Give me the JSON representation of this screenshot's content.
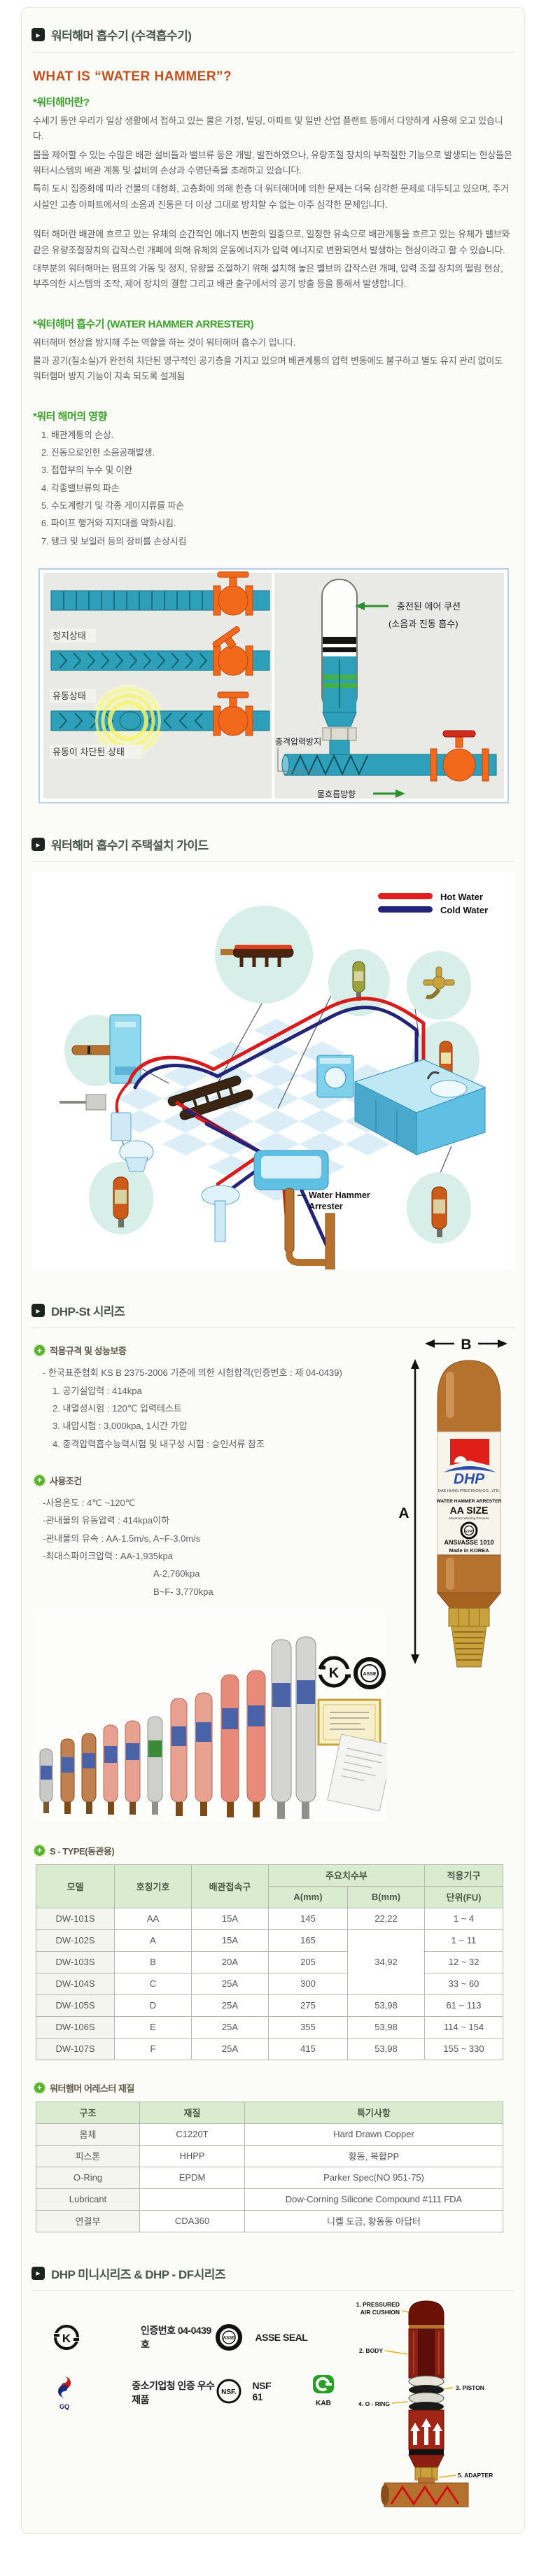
{
  "colors": {
    "accent_orange": "#c2511f",
    "accent_green": "#3da32e",
    "pipe_teal": "#2fa0ba",
    "valve_orange": "#f2691c",
    "hot_red": "#e01f1f",
    "cold_navy": "#232377",
    "copper": "#b5722f",
    "brass": "#c9a23d",
    "table_header_bg": "#daeccf"
  },
  "page": {
    "header1": "워터해머 흡수기 (수격흡수기)",
    "header2": "워터해머 흡수기 주택설치 가이드",
    "header3": "DHP-St 시리즈",
    "header4": "DHP 미니시리즈 & DHP - DF시리즈",
    "header_icon": "▸"
  },
  "what_is": {
    "title": "WHAT IS “WATER HAMMER”?",
    "sub1": "*워터해머란?",
    "para1": "수세기 동안 우리가 일상 생활에서 접하고 있는 물은 가정, 빌딩, 아파트 및 일반 산업 플랜트 등에서 다양하게 사용해 오고 있습니다.",
    "para2": "물을 제어할 수 있는 수많은 배관 설비들과 밸브류 등은 개발, 발전하였으나, 유량조절  장치의 부적절한 기능으로 발생되는 현상들은 워터시스템의 배관 계통 및 설비의 손상과 수명단축을 초래하고 있습니다.",
    "para3": "특히 도시 집중화에 따라 건물의 대형화, 고층화에 의해 한층 더 워터해머에 의한 문제는 더욱 심각한 문제로 대두되고 있으며, 주거 시설인 고층 아파트에서의 소음과 진동은 더 이상 그대로 방치할 수 없는 아주 심각한 문제입니다.",
    "para4": "워터 해머란 배관에 흐르고 있는 유체의 순간적인 에너지 변환의 일종으로, 일정한 유속으로 배관계통을 흐르고 있는 유체가 밸브와 같은 유량조절장치의 갑작스런 개폐에 의해 유체의 운동에너지가 압력 에너지로 변환되면서 발생하는 현상이라고 할 수 있습니다.",
    "para5": "대부분의 워터해머는 펌프의 가동 및 정지, 유량을 조절하기 위해 설치해 놓은 밸브의 갑작스런 개폐, 압력 조절 장치의 떨림 현상, 부주의한 시스템의 조작, 제어 장치의 결함 그리고 배관 출구에서의 공기 방출 등을 통해서 발생합니다.",
    "sub2": "*워터해머 흡수기 (WATER HAMMER ARRESTER)",
    "arrester_p1": "워터해머 현상을 방지해 주는 역할을 하는 것이 워터해머 흡수기 입니다.",
    "arrester_p2": "물과 공기(질소실)가 완전히 차단된 영구적인 공기층을  가지고 있으며 배관계통의 압력 변동에도 불구하고 별도 유지 관리 없이도 워터햄머 방지 기능이 지속 되도록 설계됨",
    "sub3": "*워터 해머의 영향",
    "effects": [
      "1. 배관계통의 손상.",
      "2. 진동으로인한 소음공해발생.",
      "3. 접합부의 누수 및 이완",
      "4. 각종밸브류의 파손",
      "5. 수도계량기 및 각종 게이지류를 파손",
      "6. 파이프 행거와 지지대를 약화시킴.",
      "7. 탱크 및 보일러 등의 장비를 손상시킴"
    ]
  },
  "diagram1": {
    "label_still": "정지상태",
    "label_flow": "유동상태",
    "label_blocked": "유동이 차단된 상태",
    "label_air_cushion": "충전된 에어 쿠션",
    "label_air_cushion2": "(소음과 진동 흡수)",
    "label_shock": "충격압력방지",
    "label_flow_dir": "물흐름방향"
  },
  "install_guide": {
    "legend_hot": "Hot Water",
    "legend_cold": "Cold Water",
    "arrester_label1": "Water Hammer",
    "arrester_label2": "Arrester"
  },
  "dhp_s": {
    "spec_title": "적용규격 및 성능보증",
    "spec_intro": "- 한국표준협회 KS B 2375-2006 기준에 의한 시험합격(인증번호 : 제 04-0439)",
    "spec_items": [
      "1. 공기실압력 : 414kpa",
      "2. 내열성시험 : 120℃ 입력테스트",
      "3. 내압시험 : 3,000kpa, 1시간 가압",
      "4. 충격압력흡수능력시험 및 내구성 시험 : 승인서류 참조"
    ],
    "cond_title": "사용조건",
    "cond_items": [
      "-사용온도 : 4℃ ~120℃",
      "-관내물의 유동압력 : 414kpa이하",
      "-관내물의 유속 : AA-1.5m/s, A~F-3.0m/s",
      "-최대스파이크압력 :  AA-1,935kpa"
    ],
    "cond_cont": [
      "A-2,760kpa",
      "B~F- 3,770kpa"
    ],
    "dim_a": "A",
    "dim_b": "B",
    "capsule": {
      "brand": "DHP",
      "company": "DAE HUNG PRECISION CO., LTD.",
      "product": "WATER HAMMER ARRESTER",
      "size": "AA SIZE",
      "max_pressure": "Maximum Working Pressure",
      "seal": "ASSE",
      "standard": "ANSI/ASSE 1010",
      "origin": "Made in KOREA"
    }
  },
  "stype": {
    "title": "S - TYPE(동관용)",
    "headers": {
      "model": "모델",
      "symbol": "호칭기호",
      "conn": "배관접속구",
      "dims": "주요치수부",
      "a": "A(mm)",
      "b": "B(mm)",
      "fixture": "적용기구",
      "fu": "단위(FU)"
    },
    "rows": [
      {
        "model": "DW-101S",
        "symbol": "AA",
        "conn": "15A",
        "a": "145",
        "b": "22,22",
        "fu": "1 ~ 4"
      },
      {
        "model": "DW-102S",
        "symbol": "A",
        "conn": "15A",
        "a": "165",
        "b": "34,92",
        "fu": "1 ~ 11"
      },
      {
        "model": "DW-103S",
        "symbol": "B",
        "conn": "20A",
        "a": "205",
        "fu": "12 ~ 32"
      },
      {
        "model": "DW-104S",
        "symbol": "C",
        "conn": "25A",
        "a": "300",
        "fu": "33 ~ 60"
      },
      {
        "model": "DW-105S",
        "symbol": "D",
        "conn": "25A",
        "a": "275",
        "b": "53,98",
        "fu": "61 ~ 113"
      },
      {
        "model": "DW-106S",
        "symbol": "E",
        "conn": "25A",
        "a": "355",
        "b": "53,98",
        "fu": "114 ~ 154"
      },
      {
        "model": "DW-107S",
        "symbol": "F",
        "conn": "25A",
        "a": "415",
        "b": "53,98",
        "fu": "155 ~ 330"
      }
    ]
  },
  "material": {
    "title": "워터햄머 어레스터 재질",
    "headers": [
      "구조",
      "재질",
      "특기사항"
    ],
    "rows": [
      [
        "몸체",
        "C1220T",
        "Hard Drawn Copper"
      ],
      [
        "피스톤",
        "HHPP",
        "황동, 복합PP"
      ],
      [
        "O-Ring",
        "EPDM",
        "Parker Spec(NO 951-75)"
      ],
      [
        "Lubricant",
        "",
        "Dow-Corning Silicone Compound #111 FDA"
      ],
      [
        "연결부",
        "CDA360",
        "니켈 도금, 황동동 아답터"
      ]
    ]
  },
  "certs": {
    "ks_logo": "K",
    "ks_text": "인증번호 04-0439호",
    "asse_logo": "ASSE",
    "asse_text": "ASSE SEAL",
    "gq_label": "GQ",
    "gq_text": "중소기업청 인증 우수제품",
    "nsf_label": "NSF.",
    "nsf_text": "NSF 61",
    "kab_label": "KAB"
  },
  "cutaway": {
    "l1a": "1. PRESSURED",
    "l1b": "AIR CUSHION",
    "l2": "2. BODY",
    "l3": "3. PISTON",
    "l4": "4. O - RING",
    "l5": "5. ADAPTER"
  }
}
